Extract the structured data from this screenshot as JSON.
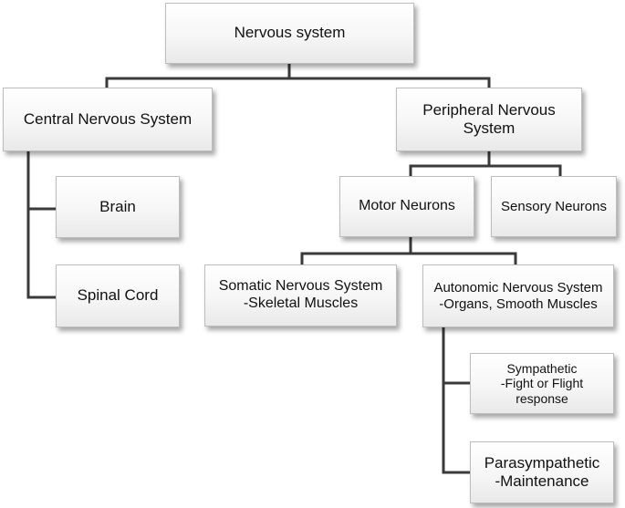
{
  "diagram": {
    "nodes": {
      "nervous_system": {
        "lines": [
          "Nervous system"
        ]
      },
      "central_nervous_system": {
        "lines": [
          "Central Nervous System"
        ]
      },
      "peripheral_nervous_system": {
        "lines": [
          "Peripheral Nervous",
          "System"
        ]
      },
      "brain": {
        "lines": [
          "Brain"
        ]
      },
      "spinal_cord": {
        "lines": [
          "Spinal Cord"
        ]
      },
      "motor_neurons": {
        "lines": [
          "Motor Neurons"
        ]
      },
      "sensory_neurons": {
        "lines": [
          "Sensory Neurons"
        ]
      },
      "somatic_nervous_system": {
        "lines": [
          "Somatic Nervous System",
          "-Skeletal Muscles"
        ]
      },
      "autonomic_nervous_system": {
        "lines": [
          "Autonomic Nervous System",
          "-Organs, Smooth Muscles"
        ]
      },
      "sympathetic": {
        "lines": [
          "Sympathetic",
          "-Fight or Flight",
          "response"
        ]
      },
      "parasympathetic": {
        "lines": [
          "Parasympathetic",
          "-Maintenance"
        ]
      }
    },
    "edges": [
      [
        "nervous_system",
        "central_nervous_system"
      ],
      [
        "nervous_system",
        "peripheral_nervous_system"
      ],
      [
        "central_nervous_system",
        "brain"
      ],
      [
        "central_nervous_system",
        "spinal_cord"
      ],
      [
        "peripheral_nervous_system",
        "motor_neurons"
      ],
      [
        "peripheral_nervous_system",
        "sensory_neurons"
      ],
      [
        "motor_neurons",
        "somatic_nervous_system"
      ],
      [
        "motor_neurons",
        "autonomic_nervous_system"
      ],
      [
        "autonomic_nervous_system",
        "sympathetic"
      ],
      [
        "autonomic_nervous_system",
        "parasympathetic"
      ]
    ],
    "colors": {
      "connector": "#3a3a3a",
      "box_border": "#bdbdbd"
    }
  }
}
